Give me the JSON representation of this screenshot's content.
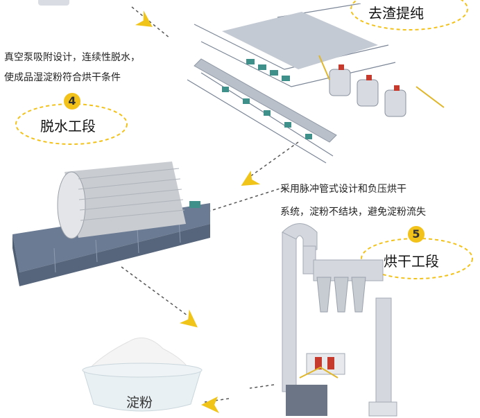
{
  "top_right_bubble": {
    "label": "去渣提纯"
  },
  "step4": {
    "badge": "4",
    "label": "脱水工段",
    "desc_line1": "真空泵吸附设计，连续性脱水，",
    "desc_line2": "使成品湿淀粉符合烘干条件"
  },
  "step5": {
    "badge": "5",
    "label": "烘干工段",
    "desc_line1": "采用脉冲管式设计和负压烘干",
    "desc_line2": "系统，淀粉不结块，避免淀粉流失"
  },
  "product": {
    "label": "淀粉"
  },
  "colors": {
    "accent": "#f3c21a",
    "arrow": "#f0c419",
    "dash": "#444444",
    "machine": "#5f6f85"
  }
}
